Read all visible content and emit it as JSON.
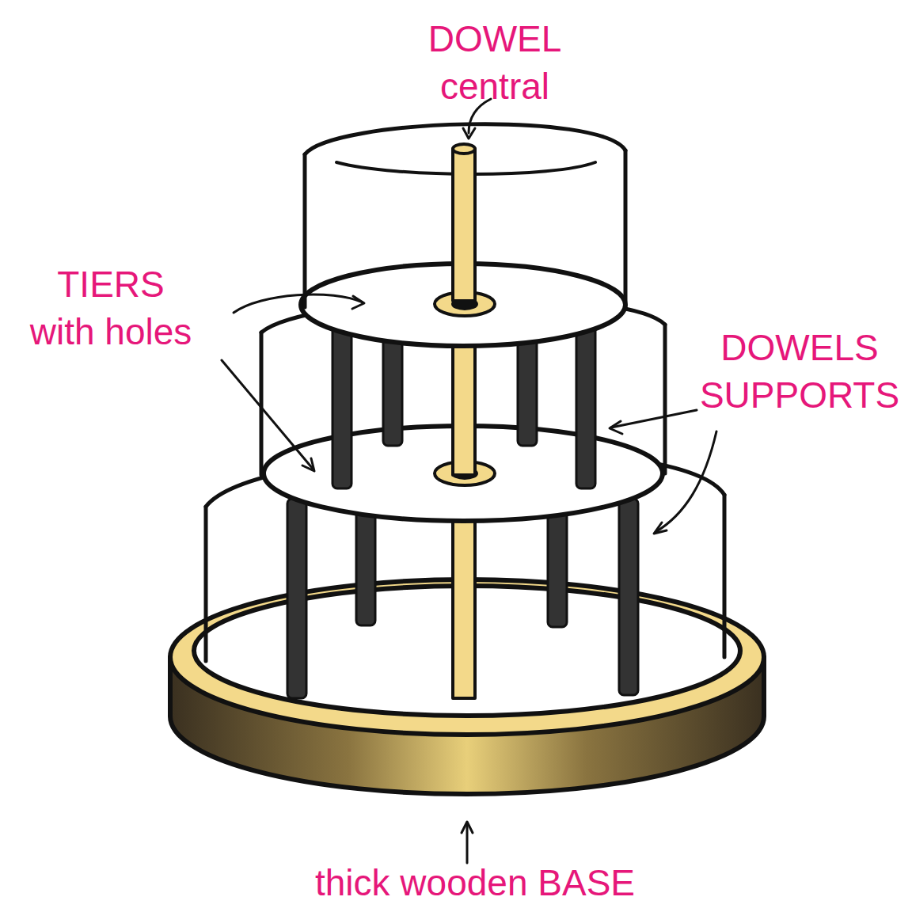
{
  "diagram": {
    "labels": [
      "DOWEL central",
      "TIERS with holes",
      "DOWELS SUPPORTS",
      "thick wooden BASE"
    ]
  }
}
